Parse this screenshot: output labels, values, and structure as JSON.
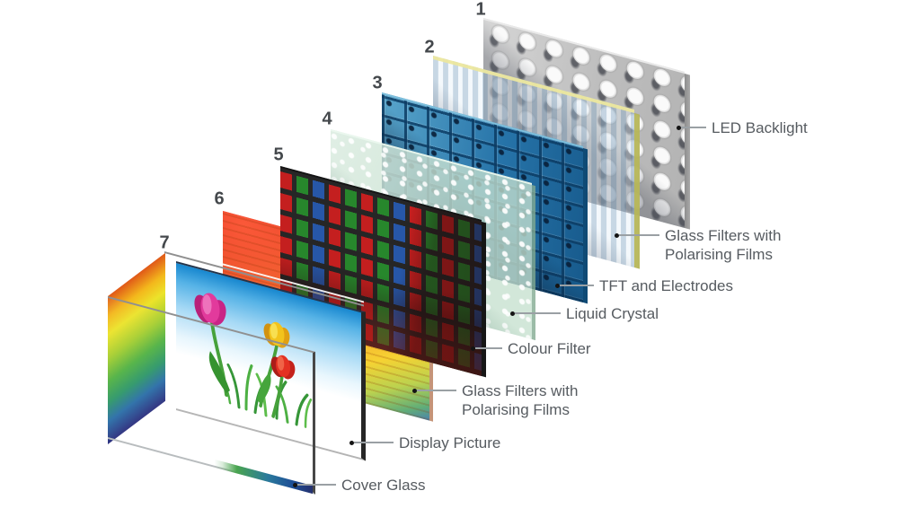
{
  "figure": {
    "background_color": "#ffffff",
    "label_text_color": "#565b60",
    "leader_line_color": "#9aa0a4"
  },
  "layers": [
    {
      "number": "1",
      "name": "LED Backlight",
      "color": "#c6c6c6"
    },
    {
      "number": "2",
      "name": "Glass Filters with Polarising Films",
      "color": "#a9c4d9"
    },
    {
      "number": "3",
      "name": "TFT and Electrodes",
      "color": "#2673a8"
    },
    {
      "number": "4",
      "name": "Liquid Crystal",
      "color": "#c5e0ce"
    },
    {
      "number": "5",
      "name": "Colour Filter",
      "color": "#c41f1f"
    },
    {
      "number": "6",
      "name": "Glass Filters with Polarising Films",
      "color": "#ee6820"
    },
    {
      "number": "7",
      "name": "Cover Glass",
      "color": "#49a44f"
    }
  ],
  "callouts": [
    {
      "text": "LED Backlight"
    },
    {
      "text": "Glass Filters with\nPolarising Films"
    },
    {
      "text": "TFT and Electrodes"
    },
    {
      "text": "Liquid Crystal"
    },
    {
      "text": "Colour Filter"
    },
    {
      "text": "Glass Filters with\nPolarising Films"
    },
    {
      "text": "Display Picture"
    },
    {
      "text": "Cover Glass"
    }
  ]
}
